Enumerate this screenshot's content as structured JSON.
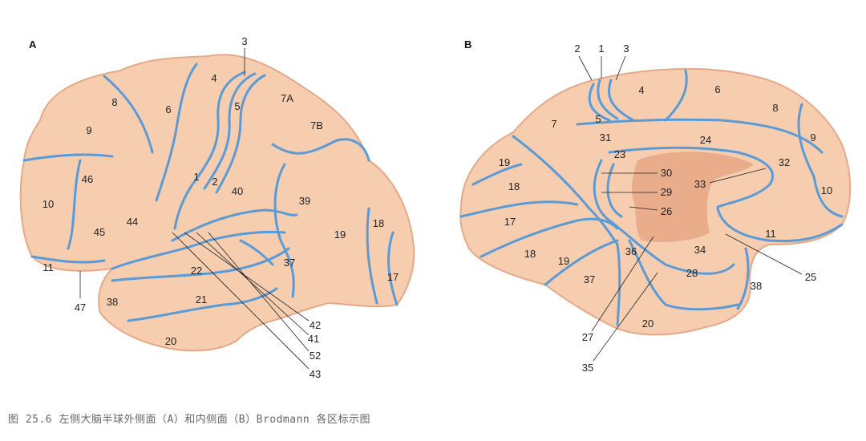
{
  "figure": {
    "caption": "图 25.6  左侧大脑半球外侧面（A）和内侧面（B）Brodmann 各区标示图",
    "panel_a": {
      "title": "A",
      "labels": [
        "3",
        "4",
        "8",
        "6",
        "5",
        "7A",
        "7B",
        "9",
        "46",
        "10",
        "1",
        "2",
        "40",
        "39",
        "44",
        "45",
        "18",
        "19",
        "11",
        "22",
        "37",
        "17",
        "47",
        "38",
        "21",
        "20",
        "42",
        "41",
        "52",
        "43"
      ]
    },
    "panel_b": {
      "title": "B",
      "labels": [
        "2",
        "1",
        "3",
        "4",
        "6",
        "8",
        "5",
        "7",
        "31",
        "24",
        "9",
        "23",
        "19",
        "30",
        "32",
        "33",
        "29",
        "18",
        "10",
        "26",
        "17",
        "11",
        "34",
        "36",
        "18",
        "19",
        "28",
        "25",
        "37",
        "38",
        "20",
        "27",
        "35"
      ]
    },
    "colors": {
      "cortex": "#f7cdb0",
      "sulcus": "#5b9bd5",
      "medial_wall": "#e9ad8c"
    }
  }
}
